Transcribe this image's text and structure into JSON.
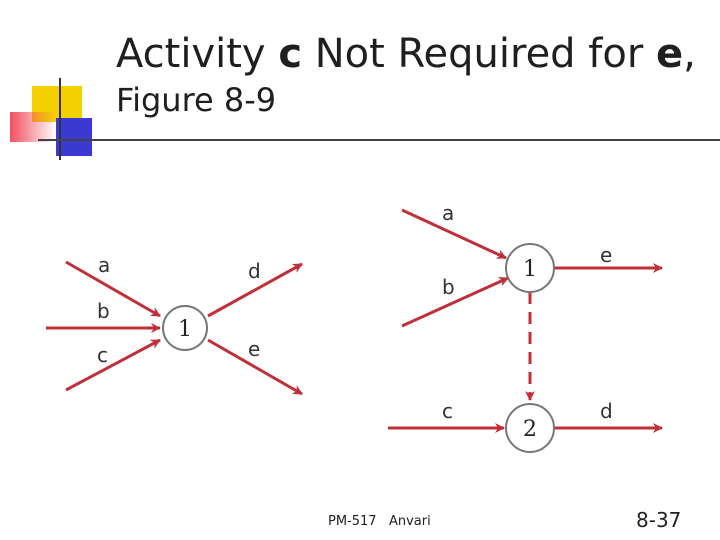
{
  "slide": {
    "title_parts": [
      "Activity ",
      "c",
      " Not Required for ",
      "e",
      ","
    ],
    "subtitle": "Figure 8-9",
    "footer_course": "PM-517   Anvari",
    "page_number": "8-37"
  },
  "left_diagram": {
    "node": "1",
    "in_labels": [
      "a",
      "b",
      "c"
    ],
    "out_labels": [
      "d",
      "e"
    ]
  },
  "right_diagram": {
    "node1": "1",
    "node2": "2",
    "labels": [
      "a",
      "b",
      "e",
      "c",
      "d"
    ]
  },
  "colors": {
    "arrow": "#c0303a",
    "node_stroke": "#777777",
    "bar_yellow": "#f5d000",
    "bar_blue": "#3a3ad0",
    "bar_red": "#f25060"
  }
}
